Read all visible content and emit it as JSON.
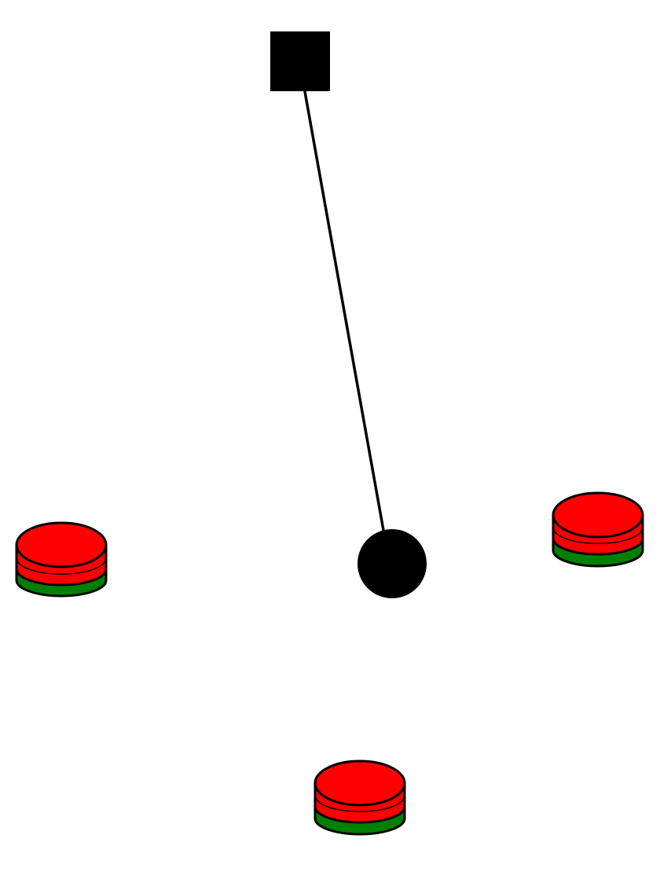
{
  "diagram": {
    "colors": {
      "background": "#ffffff",
      "outline": "#000000",
      "pivot": "#000000",
      "string": "#000000",
      "bob": "#000000",
      "magnet_top": "#ff0000",
      "magnet_bottom": "#008000"
    },
    "pivot": {
      "shape": "square"
    },
    "bob": {
      "shape": "circle"
    },
    "magnets": {
      "count": 3,
      "shape": "cylinder"
    }
  }
}
